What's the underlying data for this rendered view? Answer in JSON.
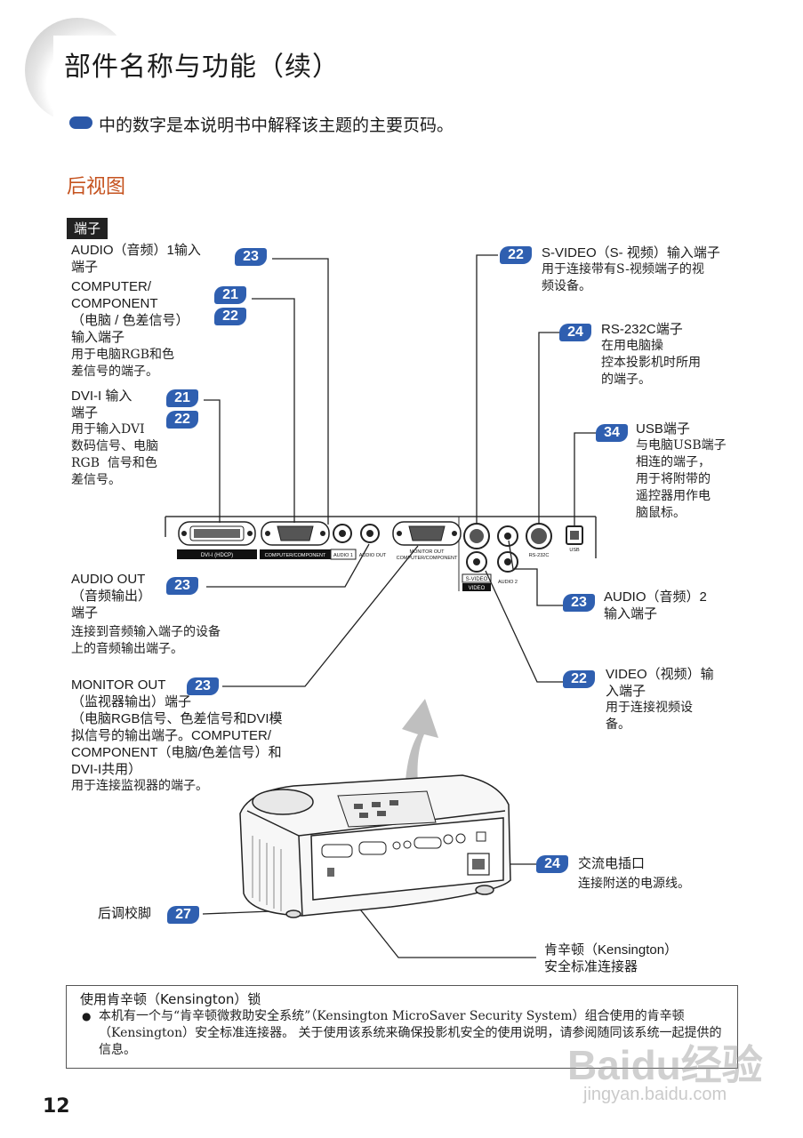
{
  "header": {
    "title": "部件名称与功能（续）"
  },
  "note": {
    "text": "中的数字是本说明书中解释该主题的主要页码。"
  },
  "section": {
    "title": "后视图"
  },
  "terminals_tag": "端子",
  "labels": {
    "audio1": {
      "title": "AUDIO（音频）1输入\n端子",
      "pages": [
        "23"
      ]
    },
    "computer": {
      "title": "COMPUTER/\nCOMPONENT\n（电脑 / 色差信号）\n输入端子",
      "desc": "用于电脑RGB和色\n差信号的端子。",
      "pages": [
        "21",
        "22"
      ]
    },
    "dvi": {
      "title": "DVI-I 输入\n端子",
      "desc": "用于输入DVI\n数码信号、电脑\nRGB  信号和色\n差信号。",
      "pages": [
        "21",
        "22"
      ]
    },
    "svideo": {
      "title": "S-VIDEO（S- 视频）输入端子",
      "desc": "用于连接带有S-视频端子的视\n频设备。",
      "pages": [
        "22"
      ]
    },
    "rs232": {
      "title": "RS-232C端子",
      "desc": "在用电脑操\n控本投影机时所用\n的端子。",
      "pages": [
        "24"
      ]
    },
    "usb": {
      "title": "USB端子",
      "desc": "与电脑USB端子\n相连的端子，\n用于将附带的\n遥控器用作电\n脑鼠标。",
      "pages": [
        "34"
      ]
    },
    "audio_out": {
      "title": "AUDIO OUT\n（音频输出）\n端子",
      "desc": "连接到音频输入端子的设备\n上的音频输出端子。",
      "pages": [
        "23"
      ]
    },
    "audio2": {
      "title": "AUDIO（音频）2\n输入端子",
      "pages": [
        "23"
      ]
    },
    "video": {
      "title": "VIDEO（视频）输\n入端子",
      "desc": "用于连接视频设\n备。",
      "pages": [
        "22"
      ]
    },
    "monitor_out": {
      "title": "MONITOR OUT\n（监视器输出）端子\n（电脑RGB信号、色差信号和DVI模\n拟信号的输出端子。COMPUTER/\nCOMPONENT（电脑/色差信号）和\nDVI-I共用）",
      "desc": "用于连接监视器的端子。",
      "pages": [
        "23"
      ]
    },
    "ac": {
      "title": "交流电插口",
      "desc": "连接附送的电源线。",
      "pages": [
        "24"
      ]
    },
    "foot": {
      "title": "后调校脚",
      "pages": [
        "27"
      ]
    },
    "kensington": {
      "title": "肯辛顿（Kensington）\n安全标准连接器"
    }
  },
  "panel": {
    "dvi": "DVI-I (HDCP)",
    "computer": "COMPUTER/COMPONENT",
    "audio1": "AUDIO 1",
    "audio_out": "AUDIO OUT",
    "monitor": "MONITOR OUT\nCOMPUTER/COMPONENT",
    "svideo": "S-VIDEO",
    "video": "VIDEO",
    "audio2": "AUDIO 2",
    "rs232": "RS-232C",
    "usb": "USB"
  },
  "kensington_box": {
    "title": "使用肯辛顿（Kensington）锁",
    "body": "本机有一个与“肯辛顿微救助安全系统”（Kensington MicroSaver Security System）组合使用的肯辛顿（Kensington）安全标准连接器。 关于使用该系统来确保投影机安全的使用说明，请参阅随同该系统一起提供的信息。"
  },
  "page_number": "12",
  "watermark": {
    "logo": "Baidu经验",
    "url": "jingyan.baidu.com"
  },
  "colors": {
    "badge": "#2f5fb0",
    "section": "#c5521e",
    "arrow": "#bfbfbf"
  }
}
